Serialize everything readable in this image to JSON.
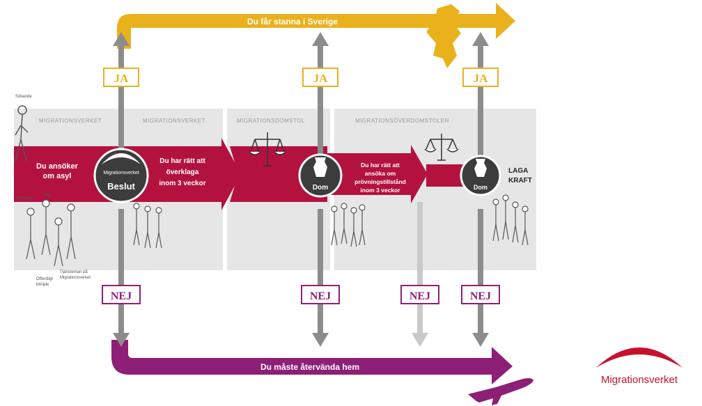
{
  "top_flow": {
    "label": "Du får stanna i Sverige",
    "color": "#e9b21c"
  },
  "bottom_flow": {
    "label": "Du måste återvända hem",
    "color": "#8e1f77"
  },
  "main_flow_color": "#b3123f",
  "badges": {
    "yes": "JA",
    "no": "NEJ"
  },
  "sections": {
    "s1": "MIGRATIONSVERKET",
    "s2": "MIGRATIONSVERKET",
    "s3": "MIGRATIONSDOMSTOL",
    "s4": "MIGRATIONSÖVERDOMSTOLEN"
  },
  "people": {
    "applicant": "Sökande",
    "applicant2": "Sökande",
    "interpreter": "Tolk",
    "officials_1": "Tjänsteman på",
    "officials_2": "Migrationsverket",
    "counsel_1": "Offentligt",
    "counsel_2": "biträde"
  },
  "steps": {
    "apply_1": "Du ansöker",
    "apply_2": "om asyl",
    "appeal_1": "Du har rätt att",
    "appeal_2": "överklaga",
    "appeal_3": "inom 3 veckor",
    "leave_1": "Du har rätt att",
    "leave_2": "ansöka om",
    "leave_3": "prövningstillstånd",
    "leave_4": "inom 3 veckor",
    "final_1": "LAGA",
    "final_2": "KRAFT"
  },
  "circles": {
    "logo_text": "Migrationsverket",
    "decision": "Beslut",
    "judgment1": "Dom",
    "judgment2": "Dom"
  },
  "brand": {
    "name": "Migrationsverket",
    "color": "#c8102e"
  },
  "colors": {
    "gray_arrow": "#8c8c8c",
    "panel": "#e6e6e6",
    "circle": "#3c3c3c"
  }
}
